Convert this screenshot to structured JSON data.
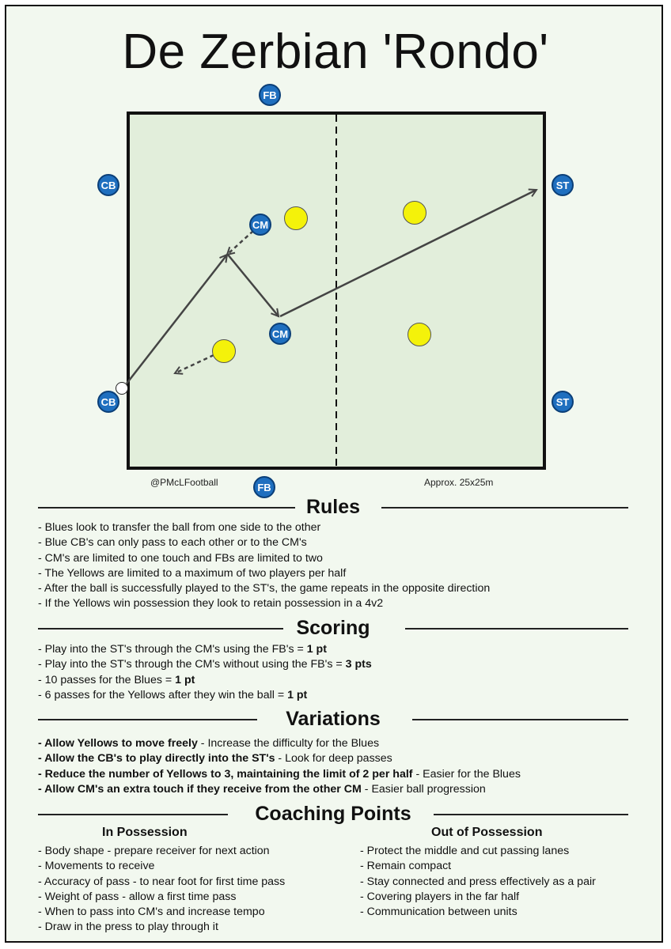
{
  "title": "De Zerbian 'Rondo'",
  "diagram": {
    "players": {
      "fb_top": "FB",
      "fb_bottom": "FB",
      "cb_top": "CB",
      "cb_bottom": "CB",
      "cm_top": "CM",
      "cm_bottom": "CM",
      "st_top": "ST",
      "st_bottom": "ST"
    },
    "colors": {
      "blue": "#1f6fbf",
      "yellow": "#f4f20a",
      "pitch": "#e2eedb",
      "background": "#f2f8ef"
    },
    "credit": "@PMcLFootball",
    "size_note": "Approx. 25x25m"
  },
  "rules": {
    "heading": "Rules",
    "items": [
      "- Blues look to transfer the ball from one side to the other",
      "- Blue CB's can only pass to each other or to the CM's",
      "- CM's are limited to one touch and FBs are limited to two",
      "- The Yellows are limited to a maximum of two players per half",
      "- After the ball is successfully played to the ST's, the game repeats in the opposite direction",
      "- If the Yellows win possession they look to retain possession in a 4v2"
    ]
  },
  "scoring": {
    "heading": "Scoring",
    "items": [
      {
        "text": "- Play into the ST's through the CM's using the FB's = ",
        "bold": "1 pt"
      },
      {
        "text": "- Play into the ST's through the CM's without using the FB's = ",
        "bold": "3 pts"
      },
      {
        "text": "- 10 passes for the Blues = ",
        "bold": "1 pt"
      },
      {
        "text": "- 6 passes for the Yellows after they win the ball = ",
        "bold": "1 pt"
      }
    ]
  },
  "variations": {
    "heading": "Variations",
    "items": [
      {
        "bold": "- Allow Yellows to move freely",
        "text": " - Increase the difficulty for the Blues"
      },
      {
        "bold": "- Allow the CB's to play directly into the ST's",
        "text": " - Look for deep passes"
      },
      {
        "bold": "- Reduce the number of Yellows to 3, maintaining the limit of 2 per half",
        "text": " - Easier for the Blues"
      },
      {
        "bold": "- Allow CM's an extra touch if they receive from the other CM",
        "text": " - Easier ball progression"
      }
    ]
  },
  "coaching": {
    "heading": "Coaching Points",
    "in_possession": {
      "heading": "In Possession",
      "items": [
        "- Body shape - prepare receiver for next action",
        "- Movements to receive",
        "- Accuracy of pass - to near foot for first time pass",
        "- Weight of pass - allow a first time pass",
        "- When to pass into CM's and increase tempo",
        "- Draw in the press to play through it"
      ]
    },
    "out_of_possession": {
      "heading": "Out of Possession",
      "items": [
        "- Protect the middle and cut passing lanes",
        "- Remain compact",
        "- Stay connected and press effectively as a pair",
        "- Covering players in the far half",
        "- Communication between units"
      ]
    }
  }
}
